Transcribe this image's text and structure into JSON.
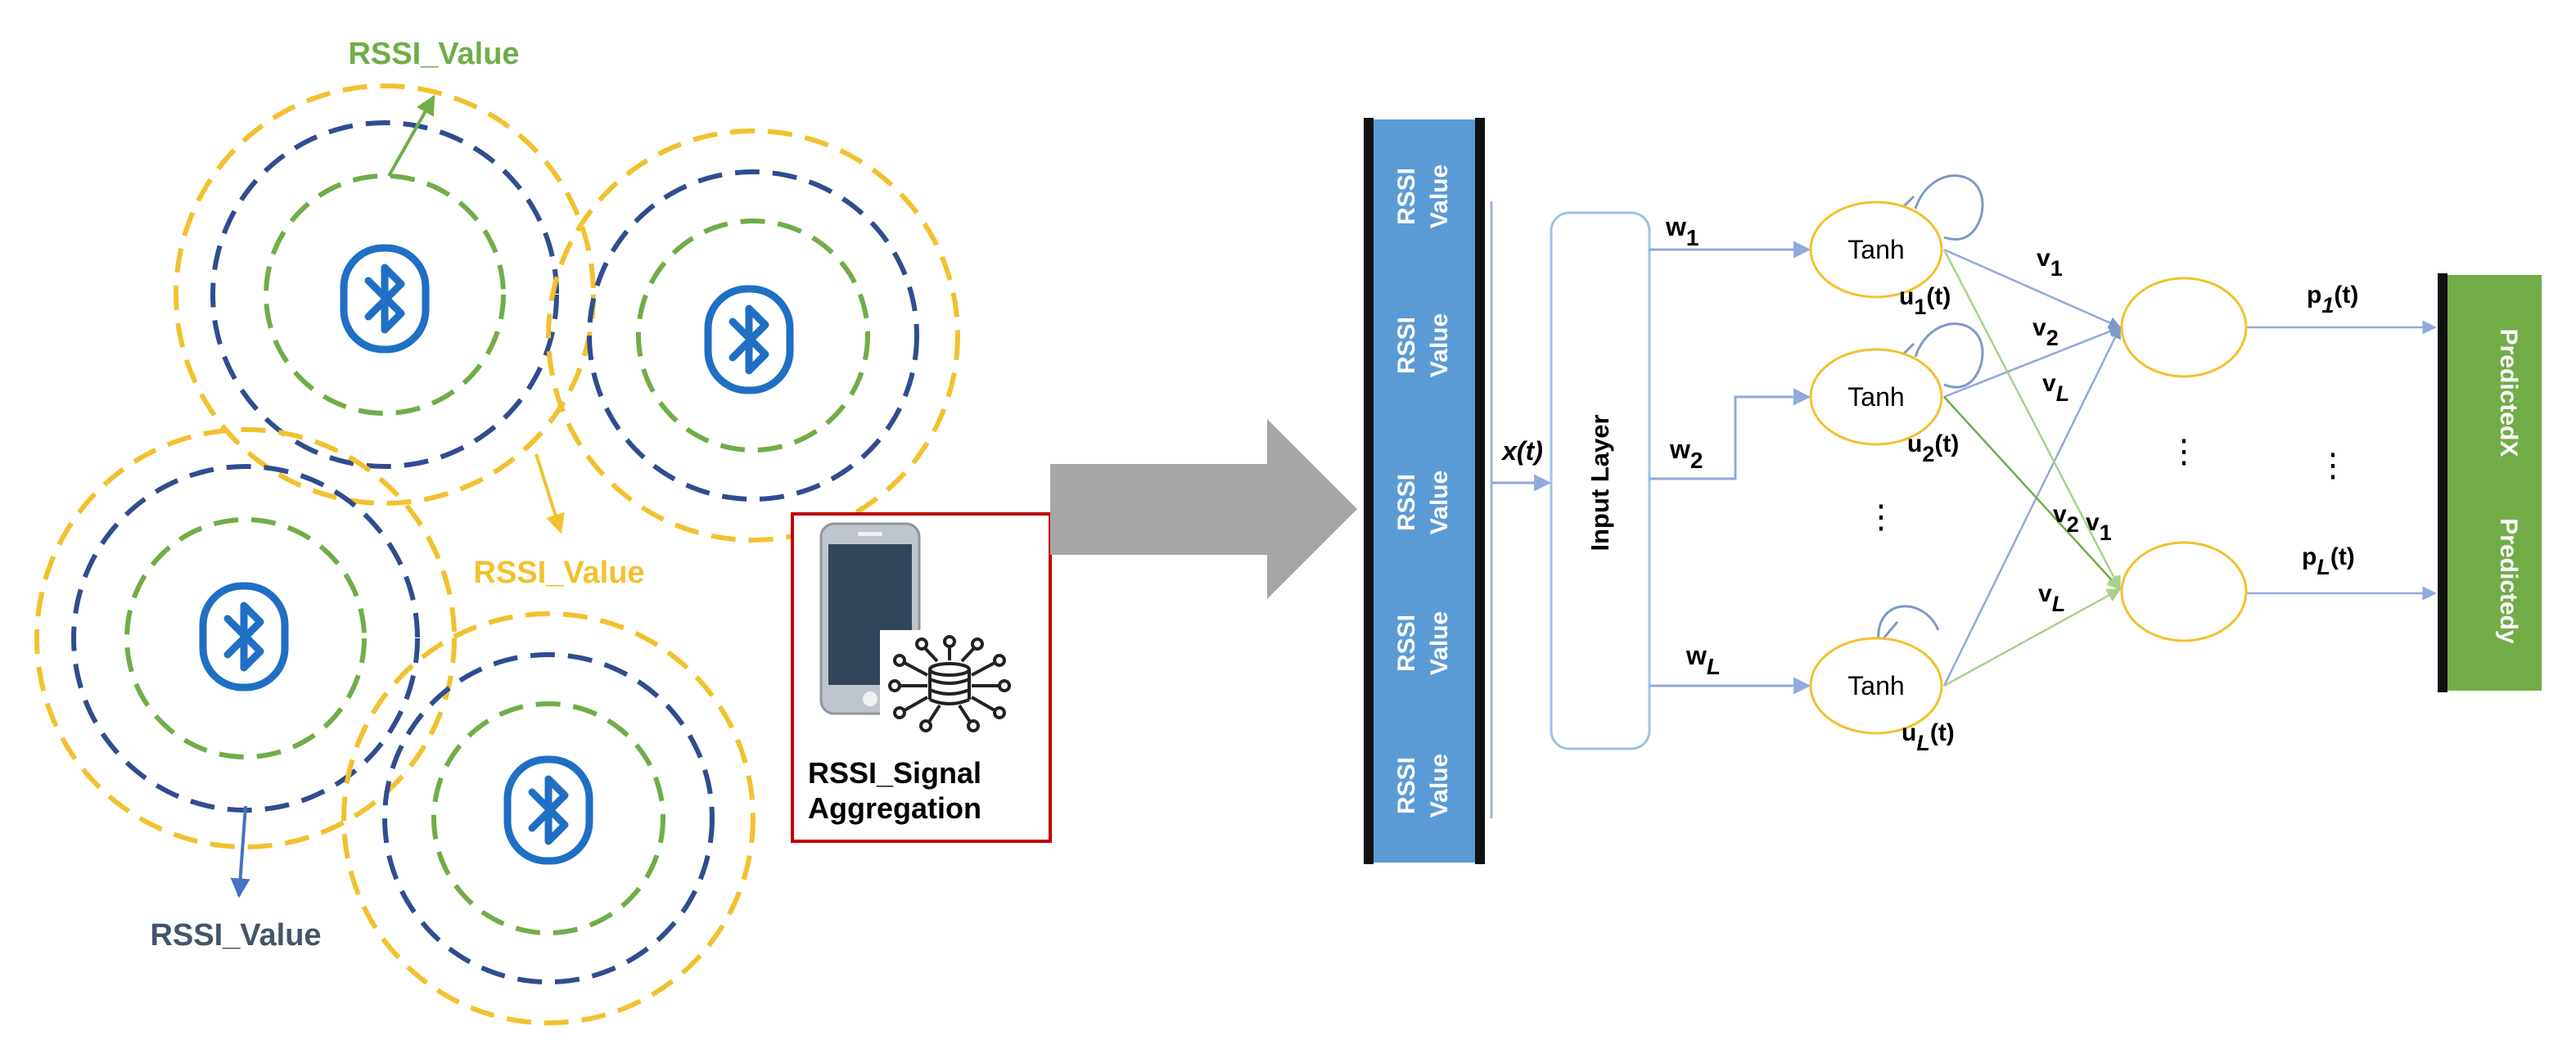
{
  "beacons": {
    "rssi_labels": [
      "RSSI_Value",
      "RSSI_Value",
      "RSSI_Value"
    ],
    "count": 4,
    "icon": "bluetooth-icon",
    "colors": {
      "outer_ring": "#F2C12E",
      "middle_ring": "#2F4D8F",
      "inner_ring": "#70AD47",
      "icon": "#1F6FC5",
      "label_top": "#70AD47",
      "label_middle": "#F2C12E",
      "label_bottom": "#44546A"
    }
  },
  "aggregation": {
    "label_line1": "RSSI_Signal",
    "label_line2": "Aggregation",
    "icons": [
      "smartphone-icon",
      "data-network-icon"
    ],
    "border_color": "#C00000"
  },
  "flow_arrow": {
    "color": "#A6A6A6"
  },
  "input_bar": {
    "cells": [
      [
        "RSSI",
        "Value"
      ],
      [
        "RSSI",
        "Value"
      ],
      [
        "RSSI",
        "Value"
      ],
      [
        "RSSI",
        "Value"
      ],
      [
        "RSSI",
        "Value"
      ]
    ],
    "color": "#5B9BD5"
  },
  "network": {
    "input_symbol": "x(t)",
    "input_layer": "Input Layer",
    "weights_in": [
      {
        "base": "w",
        "sub": "1"
      },
      {
        "base": "w",
        "sub": "2"
      },
      {
        "base": "w",
        "sub": "L"
      }
    ],
    "hidden_nodes": [
      "Tanh",
      "Tanh",
      "Tanh"
    ],
    "recurrent": [
      {
        "base": "u",
        "sub": "1",
        "suffix": "(t)"
      },
      {
        "base": "u",
        "sub": "2",
        "suffix": "(t)"
      },
      {
        "base": "u",
        "sub": "L",
        "suffix": "(t)"
      }
    ],
    "weights_out_upper": [
      {
        "base": "v",
        "sub": "1"
      },
      {
        "base": "v",
        "sub": "2"
      },
      {
        "base": "v",
        "sub": "L"
      }
    ],
    "weights_out_lower": [
      {
        "base": "v",
        "sub": "2"
      },
      {
        "base": "v",
        "sub": "1"
      },
      {
        "base": "v",
        "sub": "L"
      }
    ],
    "outputs": [
      {
        "base": "p",
        "sub": "1",
        "suffix": "(t)"
      },
      {
        "base": "p",
        "sub": "L",
        "suffix": "(t)"
      }
    ],
    "ellipsis": "⋮",
    "colors": {
      "node": "#F2C12E",
      "edge_blue": "#8FAADC",
      "edge_green": "#A9D18E"
    }
  },
  "output_bar": {
    "labels": [
      "PredictedX",
      "Predictedy"
    ],
    "color": "#70AD47"
  }
}
